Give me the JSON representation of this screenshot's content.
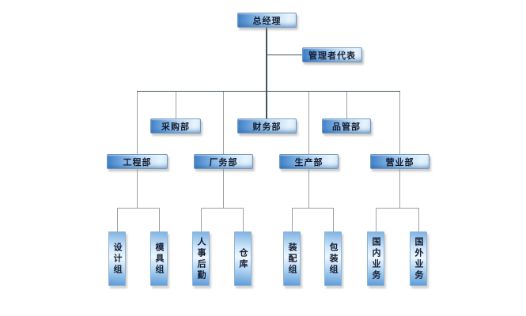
{
  "page": {
    "background_color": "#ffffff"
  },
  "palette": {
    "box_gradient_dark": "#3f7fc6",
    "box_gradient_light": "#ecf6fe",
    "connector_dark": "#43525c",
    "connector_gray": "#9aa2a8",
    "text_color": "#161d33"
  },
  "org_chart": {
    "type": "organization-chart",
    "root": {
      "label": "总经理"
    },
    "assistant": {
      "label": "管理者代表",
      "reports_to": "总经理"
    },
    "staff_departments": [
      {
        "label": "采购部",
        "reports_to": "总经理"
      },
      {
        "label": "财务部",
        "reports_to": "总经理"
      },
      {
        "label": "品管部",
        "reports_to": "总经理"
      }
    ],
    "line_departments": [
      {
        "label": "工程部",
        "reports_to": "总经理",
        "children": [
          "设计组",
          "模具组"
        ]
      },
      {
        "label": "厂务部",
        "reports_to": "总经理",
        "children": [
          "人事后勤",
          "仓库"
        ]
      },
      {
        "label": "生产部",
        "reports_to": "总经理",
        "children": [
          "装配组",
          "包装组"
        ]
      },
      {
        "label": "营业部",
        "reports_to": "总经理",
        "children": [
          "国内业务",
          "国外业务"
        ]
      }
    ],
    "teams": [
      {
        "label": "设计组",
        "parent": "工程部"
      },
      {
        "label": "模具组",
        "parent": "工程部"
      },
      {
        "label": "人事后勤",
        "parent": "厂务部"
      },
      {
        "label": "仓库",
        "parent": "厂务部"
      },
      {
        "label": "装配组",
        "parent": "生产部"
      },
      {
        "label": "包装组",
        "parent": "生产部"
      },
      {
        "label": "国内业务",
        "parent": "营业部"
      },
      {
        "label": "国外业务",
        "parent": "营业部"
      }
    ]
  }
}
